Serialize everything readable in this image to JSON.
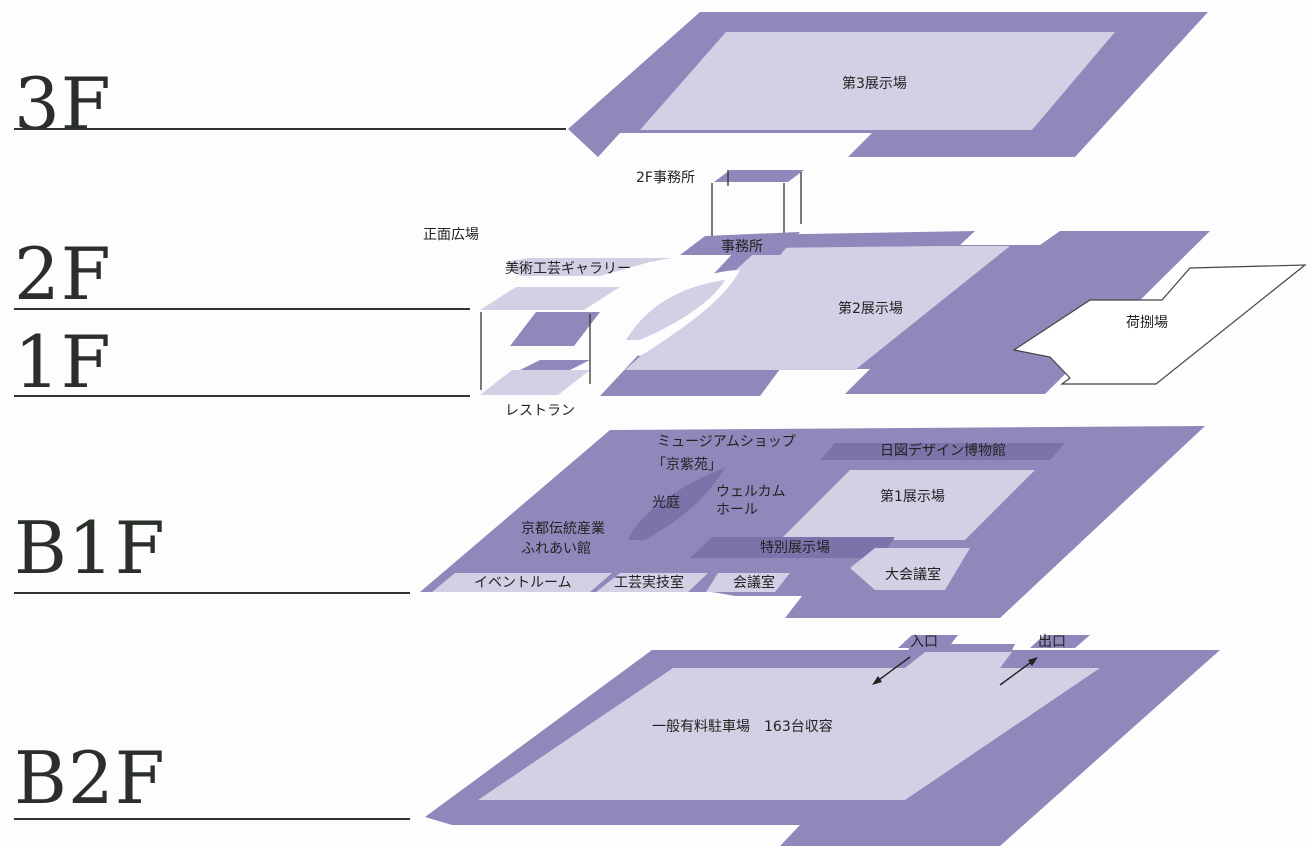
{
  "floors": {
    "f3": "3F",
    "f2": "2F",
    "f1": "1F",
    "b1": "B1F",
    "b2": "B2F"
  },
  "rooms": {
    "exhibition3": "第3展示場",
    "office2f": "2F事務所",
    "front_plaza": "正面広場",
    "office": "事務所",
    "gallery": "美術工芸ギャラリー",
    "exhibition2": "第2展示場",
    "loading": "荷捌場",
    "restaurant": "レストラン",
    "museum_shop": "ミュージアムショップ",
    "museum_shop_name": "「京紫苑」",
    "nichizu": "日図デザイン博物館",
    "light_court": "光庭",
    "welcome_hall_1": "ウェルカム",
    "welcome_hall_2": "ホール",
    "exhibition1": "第1展示場",
    "crafts_1": "京都伝統産業",
    "crafts_2": "ふれあい館",
    "special": "特別展示場",
    "event_room": "イベントルーム",
    "craft_demo": "工芸実技室",
    "meeting": "会議室",
    "large_meeting": "大会議室",
    "entrance": "入口",
    "exit": "出口",
    "parking": "一般有料駐車場　163台収容"
  },
  "colors": {
    "dark": "#8f88bb",
    "light": "#d1d0e4",
    "medium": "#7b73aa"
  }
}
